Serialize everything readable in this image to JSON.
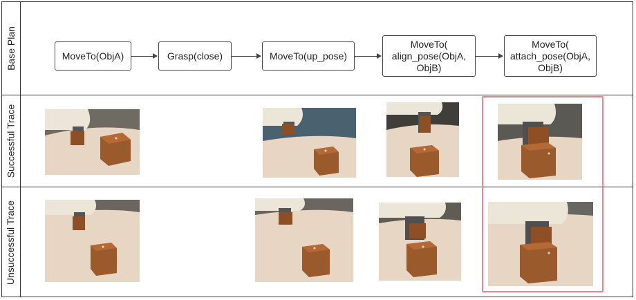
{
  "rows": {
    "base_plan": "Base Plan",
    "successful_trace": "Successful Trace",
    "unsuccessful_trace": "Unsuccessful Trace"
  },
  "steps": [
    {
      "label": "MoveTo(ObjA)"
    },
    {
      "label": "Grasp(close)"
    },
    {
      "label": "MoveTo(up_pose)"
    },
    {
      "label": "MoveTo(\nalign_pose(ObjA,\nObjB)"
    },
    {
      "label": "MoveTo(\nattach_pose(ObjA,\nObjB)"
    }
  ],
  "colors": {
    "highlight": "#e9868f",
    "block": "#9a5a2c",
    "table": "#e8d6c4",
    "robot": "#ece6d8"
  }
}
